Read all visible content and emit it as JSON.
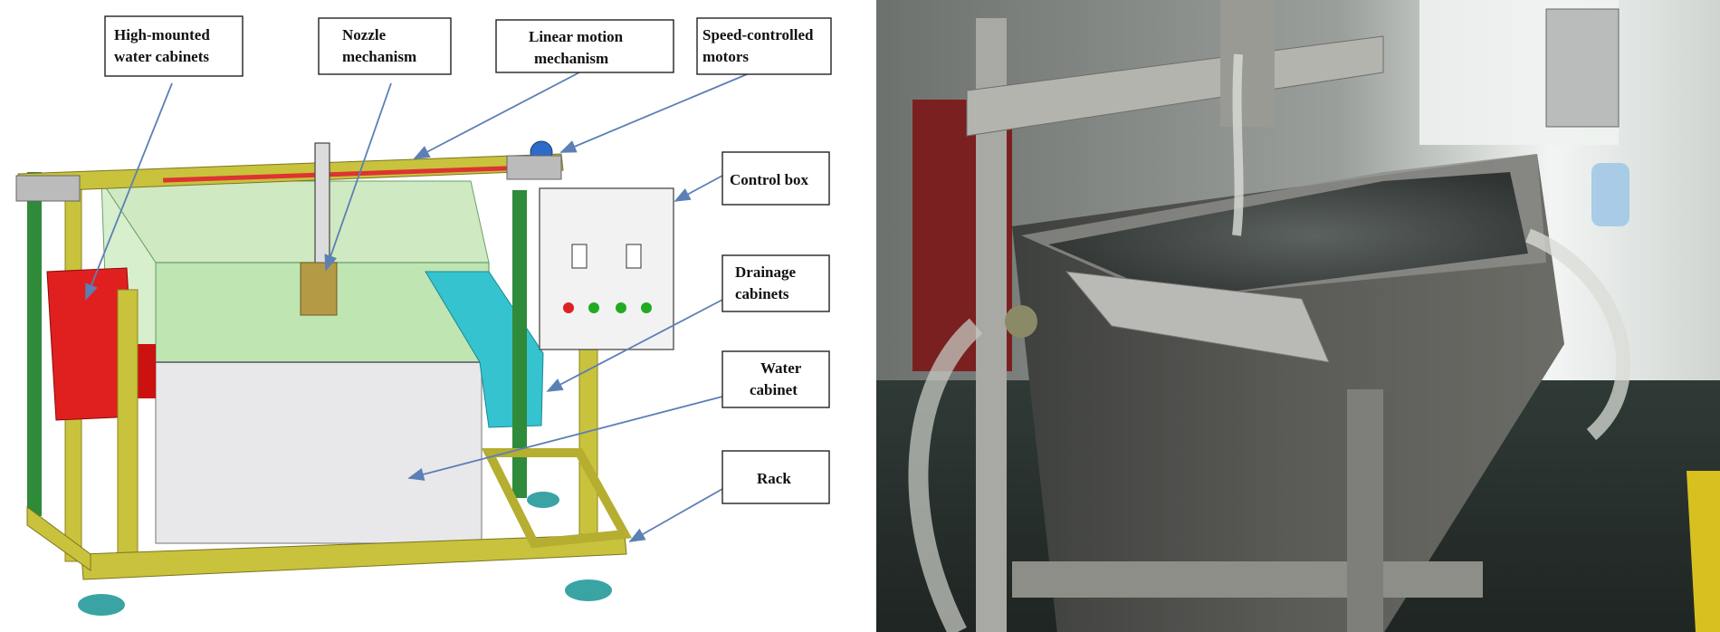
{
  "diagram": {
    "labels": {
      "high_mounted_water_cabinets": [
        "High-mounted",
        "water cabinets"
      ],
      "nozzle_mechanism": [
        "Nozzle",
        "mechanism"
      ],
      "linear_motion_mechanism": [
        "Linear motion",
        "mechanism"
      ],
      "speed_controlled_motors": [
        "Speed-controlled",
        "motors"
      ],
      "control_box": [
        "Control box"
      ],
      "drainage_cabinets": [
        "Drainage",
        "cabinets"
      ],
      "water_cabinet": [
        "Water",
        "cabinet"
      ],
      "rack": [
        "Rack"
      ]
    },
    "colors": {
      "frame_yellow": "#c9c23c",
      "frame_green": "#2f8a3a",
      "tank_glass": "#bfe5b3",
      "water_cabinet_grey": "#e8e8ea",
      "high_cabinet_red": "#e0201f",
      "drainage_cyan": "#35c3cf",
      "arrow_blue": "#5c7fb6",
      "wheel_teal": "#3aa4a4"
    }
  },
  "photo": {
    "colors": {
      "background": "#3a3c3a",
      "frame_aluminium": "#a8a8a4",
      "tank_steel": "#5a5a56",
      "window_light": "#e8ecea",
      "water": "#2e3331"
    }
  }
}
